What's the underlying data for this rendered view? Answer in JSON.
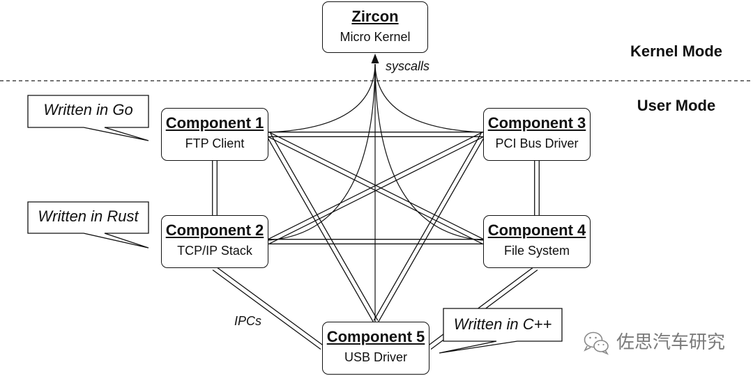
{
  "kernel": {
    "title": "Zircon",
    "subtitle": "Micro Kernel"
  },
  "modes": {
    "kernel": "Kernel Mode",
    "user": "User Mode"
  },
  "edge_labels": {
    "syscalls": "syscalls",
    "ipcs": "IPCs"
  },
  "components": [
    {
      "title": "Component 1",
      "subtitle": "FTP Client"
    },
    {
      "title": "Component 2",
      "subtitle": "TCP/IP Stack"
    },
    {
      "title": "Component 3",
      "subtitle": "PCI Bus Driver"
    },
    {
      "title": "Component 4",
      "subtitle": "File System"
    },
    {
      "title": "Component 5",
      "subtitle": "USB Driver"
    }
  ],
  "callouts": [
    {
      "text": "Written in Go",
      "target": 0
    },
    {
      "text": "Written in Rust",
      "target": 1
    },
    {
      "text": "Written in C++",
      "target": 4
    }
  ],
  "links": {
    "ipc": [
      [
        0,
        2
      ],
      [
        1,
        3
      ],
      [
        0,
        1
      ],
      [
        2,
        3
      ],
      [
        0,
        3
      ],
      [
        2,
        1
      ],
      [
        0,
        4
      ],
      [
        2,
        4
      ],
      [
        1,
        4
      ],
      [
        3,
        4
      ]
    ],
    "syscall": [
      0,
      1,
      2,
      3,
      4
    ]
  },
  "colors": {
    "line": "#111111",
    "watermark": "#7a7a7a"
  },
  "watermark": {
    "text": "佐思汽车研究",
    "icon": "wechat-icon"
  }
}
